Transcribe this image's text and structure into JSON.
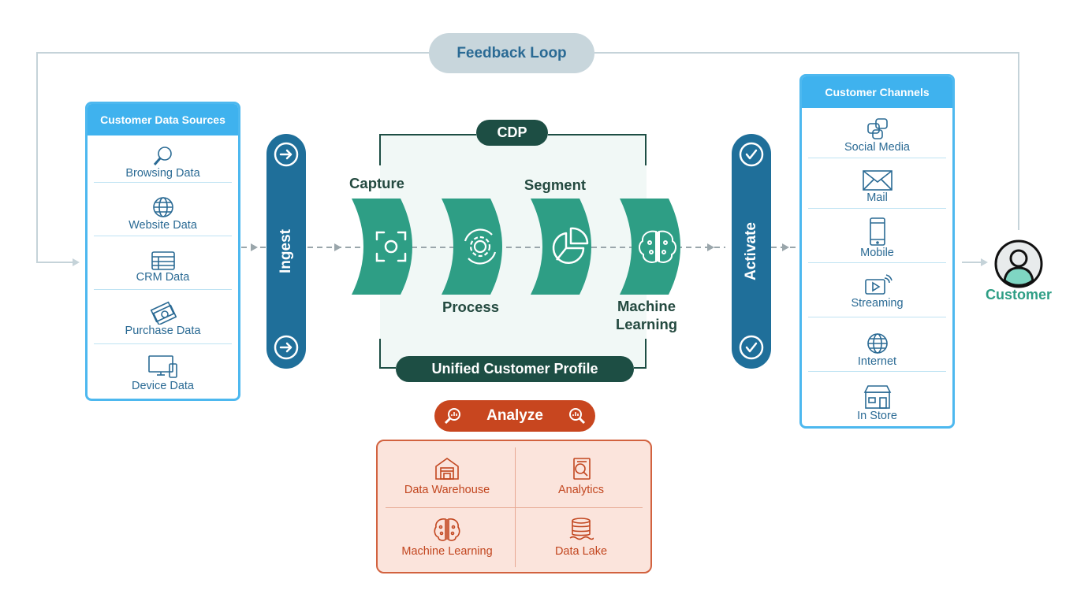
{
  "feedback_loop": {
    "label": "Feedback Loop"
  },
  "sources": {
    "title": "Customer Data Sources",
    "items": [
      {
        "label": "Browsing Data",
        "icon": "magnifier-icon"
      },
      {
        "label": "Website Data",
        "icon": "globe-icon"
      },
      {
        "label": "CRM Data",
        "icon": "crm-table-icon"
      },
      {
        "label": "Purchase Data",
        "icon": "money-icon"
      },
      {
        "label": "Device Data",
        "icon": "devices-icon"
      }
    ]
  },
  "ingest": {
    "label": "Ingest"
  },
  "cdp": {
    "title": "CDP",
    "profile_label": "Unified Customer Profile",
    "steps": [
      {
        "label": "Capture",
        "icon": "capture-frame-icon"
      },
      {
        "label": "Process",
        "icon": "gear-cycle-icon"
      },
      {
        "label": "Segment",
        "icon": "pie-chart-icon"
      },
      {
        "label": "Machine Learning",
        "icon": "brain-circuit-icon"
      }
    ]
  },
  "activate": {
    "label": "Activate"
  },
  "channels": {
    "title": "Customer Channels",
    "items": [
      {
        "label": "Social Media",
        "icon": "social-icon"
      },
      {
        "label": "Mail",
        "icon": "mail-icon"
      },
      {
        "label": "Mobile",
        "icon": "mobile-icon"
      },
      {
        "label": "Streaming",
        "icon": "streaming-icon"
      },
      {
        "label": "Internet",
        "icon": "globe-icon"
      },
      {
        "label": "In Store",
        "icon": "store-icon"
      }
    ]
  },
  "customer": {
    "label": "Customer"
  },
  "analyze": {
    "title": "Analyze",
    "items": [
      {
        "label": "Data Warehouse",
        "icon": "warehouse-icon"
      },
      {
        "label": "Analytics",
        "icon": "analytics-report-icon"
      },
      {
        "label": "Machine Learning",
        "icon": "brain-circuit-icon"
      },
      {
        "label": "Data Lake",
        "icon": "database-icon"
      }
    ]
  },
  "colors": {
    "accent_blue": "#3fb2ee",
    "bar_blue": "#1f6f9a",
    "cdp_green": "#2e9e85",
    "cdp_dark": "#1d4e44",
    "analyze_orange": "#c8461f"
  }
}
